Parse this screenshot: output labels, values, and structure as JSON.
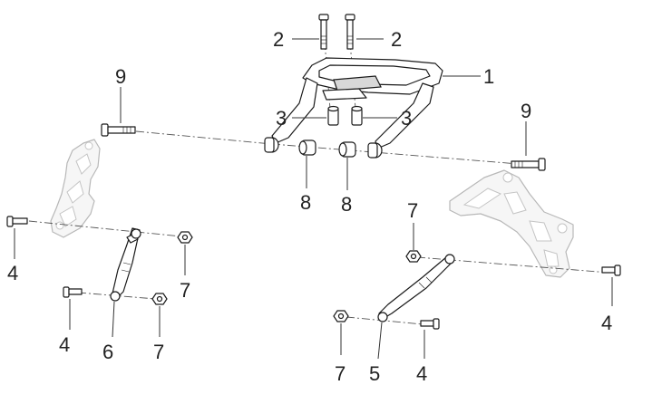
{
  "diagram": {
    "callouts": [
      {
        "id": "c2a",
        "part": "bolt-long",
        "label": "2"
      },
      {
        "id": "c2b",
        "part": "bolt-long",
        "label": "2"
      },
      {
        "id": "c1",
        "part": "rack-frame",
        "label": "1"
      },
      {
        "id": "c9a",
        "part": "pivot-bolt",
        "label": "9"
      },
      {
        "id": "c9b",
        "part": "pivot-bolt",
        "label": "9"
      },
      {
        "id": "c3a",
        "part": "spacer",
        "label": "3"
      },
      {
        "id": "c3b",
        "part": "spacer",
        "label": "3"
      },
      {
        "id": "c8a",
        "part": "bushing",
        "label": "8"
      },
      {
        "id": "c8b",
        "part": "bushing",
        "label": "8"
      },
      {
        "id": "c4a",
        "part": "short-bolt",
        "label": "4"
      },
      {
        "id": "c4b",
        "part": "short-bolt",
        "label": "4"
      },
      {
        "id": "c4c",
        "part": "short-bolt",
        "label": "4"
      },
      {
        "id": "c4d",
        "part": "short-bolt",
        "label": "4"
      },
      {
        "id": "c7a",
        "part": "nut",
        "label": "7"
      },
      {
        "id": "c7b",
        "part": "nut",
        "label": "7"
      },
      {
        "id": "c7c",
        "part": "nut",
        "label": "7"
      },
      {
        "id": "c7d",
        "part": "nut",
        "label": "7"
      },
      {
        "id": "c6",
        "part": "left-support-arm",
        "label": "6"
      },
      {
        "id": "c5",
        "part": "right-support-arm",
        "label": "5"
      }
    ]
  }
}
